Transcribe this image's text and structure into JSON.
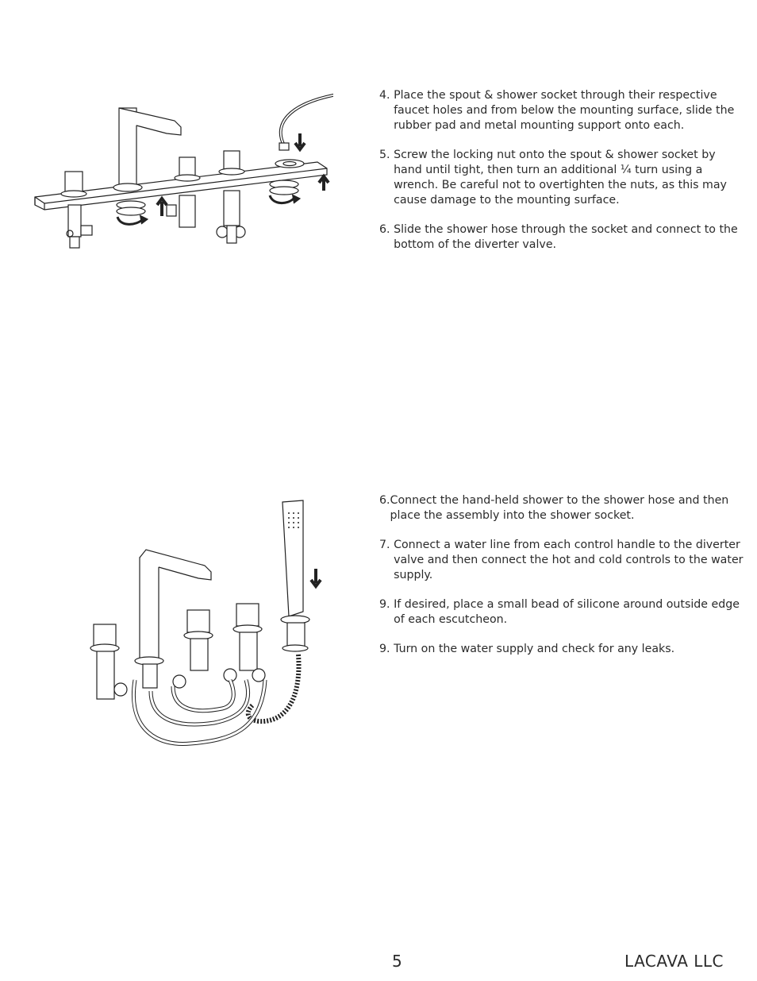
{
  "instructions_top": [
    {
      "num": "4.",
      "text": "Place the spout & shower socket through their respective faucet holes and from below the mounting surface, slide the rubber pad and metal mounting support onto each."
    },
    {
      "num": "5.",
      "text": "Screw the locking nut onto the spout & shower socket by hand until tight, then turn an additional ¼ turn using a wrench.  Be careful not to overtighten the nuts, as this may cause damage to the mounting surface."
    },
    {
      "num": "6.",
      "text": "Slide the shower hose through the socket and connect to the bottom of the diverter valve."
    }
  ],
  "instructions_bottom": [
    {
      "num": "6.",
      "text": " Connect the hand-held shower to the shower hose and  then place the assembly into the shower socket."
    },
    {
      "num": "7.",
      "text": "Connect a water line from each control handle to the diverter valve and then connect the hot and cold controls to the water supply."
    },
    {
      "num": "9.",
      "text": "If desired, place a small bead of silicone around outside edge of each escutcheon."
    },
    {
      "num": "9.",
      "text": "Turn on the water supply and check for any leaks."
    }
  ],
  "footer": {
    "page_number": "5",
    "company": "LACAVA LLC"
  }
}
